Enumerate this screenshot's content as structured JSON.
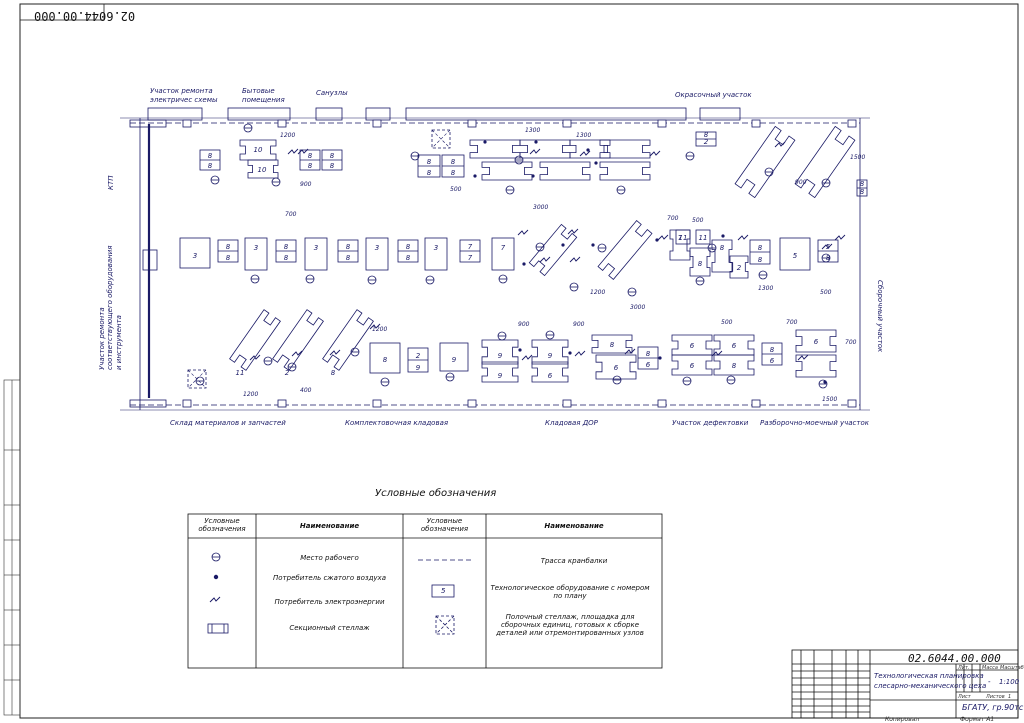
{
  "document_code": "02.6044.00.000",
  "areas": {
    "top_repair": "Участок ремонта\nэлектричес схемы",
    "top_household": "Бытовые\nпомещения",
    "top_sanitary": "Санузлы",
    "top_paint": "Окрасочный участок",
    "left_ktp": "КТП",
    "left_repair": "Участок ремонта\nсоответствующего оборудования\nи инструмента",
    "right_assembly": "Сборочный участок",
    "bottom_warehouse": "Склад материалов и запчастей",
    "bottom_complect": "Комплектовочная кладовая",
    "bottom_dor": "Кладовая ДОР",
    "bottom_defect": "Участок дефектовки",
    "bottom_disassembly": "Разборочно-моечный участок"
  },
  "dimensions": [
    "1200",
    "900",
    "1300",
    "500",
    "3000",
    "700",
    "700",
    "500",
    "1200",
    "1300",
    "500",
    "3000",
    "1200",
    "900",
    "900",
    "500",
    "700",
    "1500",
    "1300",
    "400",
    "1200",
    "1500",
    "900",
    "700"
  ],
  "legend": {
    "title": "Условные обозначения",
    "col_symbol": "Условные обозначения",
    "col_name": "Наименование",
    "left_rows": [
      "Место рабочего",
      "Потребитель сжатого воздуха",
      "Потребитель электроэнергии",
      "Секционный стеллаж"
    ],
    "right_rows": [
      "Трасса кранбалки",
      "Технологическое оборудование с номером по плану",
      "Полочный стеллаж, площадка для сборочных единиц, готовых к сборке деталей или отремонтированных узлов"
    ],
    "equipment_number": "5"
  },
  "title_block": {
    "code": "02.6044.00.000",
    "name": "Технологическая планировка\nслесарно-механического цеха",
    "org": "БГАТУ, гр.90тс",
    "scale": "1:100",
    "mass": "-",
    "lit_label": "Лит.",
    "mass_label": "Масса",
    "scale_label": "Масштаб",
    "sheet_label": "Лист",
    "sheets_label": "Листов",
    "sheets_value": "1",
    "copied": "Копировал",
    "format": "Формат  А1"
  },
  "equipment_labels": [
    "8",
    "8",
    "10",
    "10",
    "8",
    "8",
    "8",
    "8",
    "8",
    "8",
    "8",
    "8",
    "8",
    "2",
    "8",
    "8",
    "3",
    "8",
    "8",
    "3",
    "8",
    "8",
    "3",
    "8",
    "8",
    "3",
    "8",
    "8",
    "3",
    "7",
    "7",
    "7",
    "7",
    "8",
    "8",
    "2",
    "8",
    "8",
    "5",
    "5",
    "8",
    "11",
    "11",
    "11",
    "2",
    "8",
    "8",
    "2",
    "9",
    "9",
    "9",
    "9",
    "9",
    "6",
    "6",
    "8",
    "8",
    "6",
    "6",
    "6",
    "6",
    "8",
    "8",
    "6",
    "6"
  ]
}
